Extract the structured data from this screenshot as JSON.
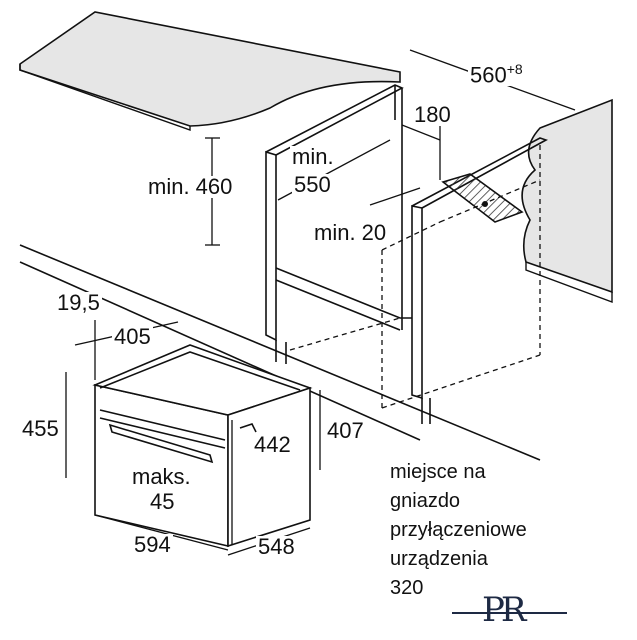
{
  "dimensions": {
    "width_niche": "560",
    "width_niche_tolerance": "+8",
    "rear_gap": "180",
    "niche_height_min": "min. 460",
    "niche_depth_min_label": "min.",
    "niche_depth_min_value": "550",
    "side_gap_min": "min. 20",
    "front_panel": "19,5",
    "depth_inner": "405",
    "height_total": "455",
    "height_front": "442",
    "height_body": "407",
    "max_label": "maks.",
    "max_value": "45",
    "width_front": "594",
    "depth_body": "548"
  },
  "note": {
    "line1": "miejsce na",
    "line2": "gniazdo",
    "line3": "przyłączeniowe",
    "line4": "urządzenia",
    "line5": "320"
  },
  "logo_text": "PR",
  "colors": {
    "line": "#111111",
    "counter_fill": "#e6e6e6",
    "hatch": "#333333"
  }
}
